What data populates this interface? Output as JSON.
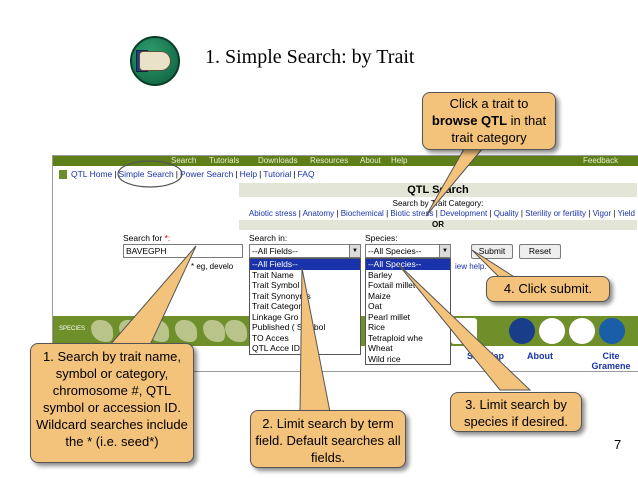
{
  "slide": {
    "title": "1. Simple Search: by Trait",
    "page_number": "7"
  },
  "nav": {
    "items": [
      {
        "label": "QTL Home"
      },
      {
        "label": "Simple Search"
      },
      {
        "label": "Power Search"
      },
      {
        "label": "Help"
      },
      {
        "label": "Tutorial"
      },
      {
        "label": "FAQ"
      }
    ]
  },
  "top_banner": {
    "items": [
      "Search",
      "Tutorials",
      "Downloads",
      "Resources",
      "About",
      "Help"
    ],
    "right": "Feedback"
  },
  "qtl": {
    "header": "QTL Search",
    "category_label": "Search by Trait Category:",
    "categories": [
      "Abiotic stress",
      "Anatomy",
      "Biochemical",
      "Biotic stress",
      "Development",
      "Quality",
      "Sterility or fertility",
      "Vigor",
      "Yield"
    ],
    "or_label": "OR",
    "search_for_label": "Search for",
    "required_mark": "*:",
    "search_in_label": "Search in:",
    "species_label": "Species:",
    "search_value": "BAVEGPH",
    "fields_selected": "--All Fields--",
    "species_selected": "--All Species--",
    "submit_label": "Submit",
    "reset_label": "Reset",
    "hint": "* eg,  develo",
    "help_link": "iew help."
  },
  "fields_dropdown": [
    "--All Fields--",
    "Trait Name",
    "Trait Symbol",
    "Trait Synonyms",
    "Trait Category",
    "Linkage Gro",
    "Published ( Symbol",
    "TO Acces",
    "QTL Acce ID"
  ],
  "species_dropdown": [
    "--All Species--",
    "Barley",
    "Foxtail millet",
    "Maize",
    "Oat",
    "Pearl millet",
    "Rice",
    "Tetraploid whe",
    "Wheat",
    "Wild rice"
  ],
  "bottom": {
    "species_label": "SPECIES",
    "footer": [
      "Site Map",
      "About",
      "Cite Gramene"
    ]
  },
  "callouts": {
    "browse": {
      "pre": "Click a trait to",
      "bold": "browse QTL",
      "post": "in that trait category"
    },
    "submit": "4. Click submit.",
    "search_by": "1. Search by trait name, symbol or category, chromosome #, QTL symbol or accession ID. Wildcard searches include the * (i.e. seed*)",
    "limit_term": "2. Limit search by term field. Default searches all fields.",
    "limit_species": "3. Limit search by species if desired."
  },
  "colors": {
    "callout": "#f3c27b",
    "link": "#1a33aa",
    "banner": "#5e7e1a",
    "header_bg": "#e3e5d6"
  }
}
